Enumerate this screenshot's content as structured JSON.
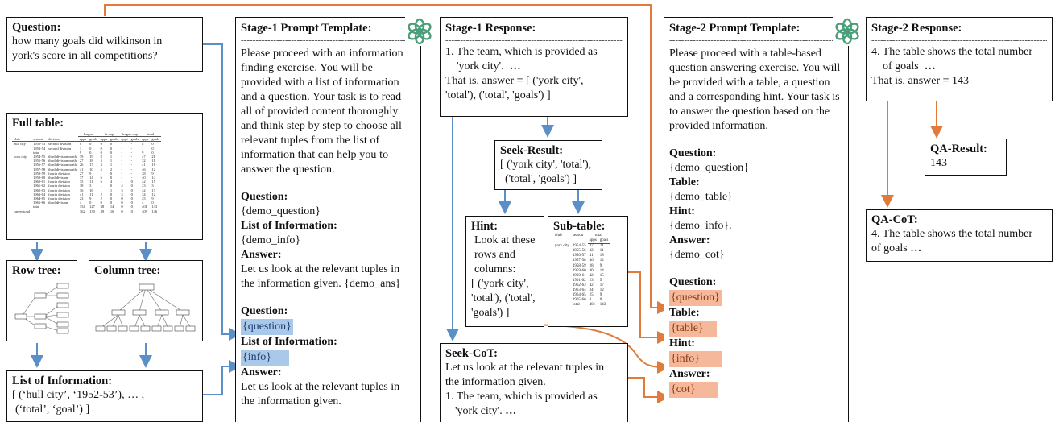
{
  "question_box": {
    "title": "Question:",
    "text": "how many goals did wilkinson in york's score in all competitions?"
  },
  "full_table": {
    "title": "Full table:",
    "group_headers": [
      "league",
      "fa cup",
      "league cup",
      "total"
    ],
    "headers": [
      "club",
      "season",
      "division",
      "apps",
      "goals",
      "apps",
      "goals",
      "apps",
      "goals",
      "apps",
      "goals"
    ],
    "rows": [
      [
        "hull city",
        "1952-53",
        "second division",
        "8",
        "0",
        "0",
        "0",
        "-",
        "-",
        "8",
        "0"
      ],
      [
        "",
        "1953-54",
        "second division",
        "1",
        "0",
        "0",
        "0",
        "-",
        "-",
        "1",
        "0"
      ],
      [
        "",
        "total",
        "",
        "9",
        "0",
        "0",
        "0",
        "-",
        "-",
        "9",
        "0"
      ],
      [
        "york city",
        "1954-55",
        "third division north",
        "39",
        "19",
        "8",
        "1",
        "-",
        "-",
        "47",
        "21"
      ],
      [
        "",
        "1955-56",
        "third division north",
        "27",
        "18",
        "5",
        "1",
        "-",
        "-",
        "32",
        "11"
      ],
      [
        "",
        "1956-57",
        "third division north",
        "26",
        "17",
        "3",
        "1",
        "-",
        "-",
        "41",
        "18"
      ],
      [
        "",
        "1957-58",
        "third division north",
        "41",
        "10",
        "5",
        "2",
        "-",
        "-",
        "46",
        "12"
      ],
      [
        "",
        "1958-59",
        "fourth division",
        "27",
        "9",
        "1",
        "0",
        "-",
        "-",
        "28",
        "9"
      ],
      [
        "",
        "1959-60",
        "third division",
        "37",
        "14",
        "6",
        "0",
        "-",
        "-",
        "40",
        "14"
      ],
      [
        "",
        "1960-61",
        "fourth division",
        "35",
        "11",
        "6",
        "4",
        "1",
        "0",
        "42",
        "15"
      ],
      [
        "",
        "1961-62",
        "fourth division",
        "18",
        "3",
        "1",
        "0",
        "4",
        "0",
        "23",
        "3"
      ],
      [
        "",
        "1962-63",
        "fourth division",
        "36",
        "16",
        "1",
        "1",
        "5",
        "0",
        "42",
        "17"
      ],
      [
        "",
        "1963-64",
        "fourth division",
        "41",
        "11",
        "2",
        "0",
        "3",
        "0",
        "34",
        "12"
      ],
      [
        "",
        "1964-65",
        "fourth division",
        "23",
        "9",
        "2",
        "0",
        "0",
        "0",
        "25",
        "9"
      ],
      [
        "",
        "1965-66",
        "third division",
        "4",
        "0",
        "0",
        "0",
        "0",
        "0",
        "4",
        "0"
      ],
      [
        "",
        "total",
        "",
        "354",
        "127",
        "38",
        "14",
        "0",
        "0",
        "401",
        "143"
      ],
      [
        "career total",
        "",
        "",
        "362",
        "130",
        "39",
        "16",
        "0",
        "0",
        "409",
        "146"
      ]
    ]
  },
  "row_tree": {
    "title": "Row tree:"
  },
  "column_tree": {
    "title": "Column tree:"
  },
  "list_info": {
    "title": "List of Information:",
    "line1": "[ (‘hull city’, ‘1952-53’), … ,",
    "line2": "(‘total’, ‘goal’) ]"
  },
  "stage1_prompt": {
    "title": "Stage-1 Prompt Template:",
    "dashes": "---------------------------------------------------------------",
    "intro": "Please proceed with an information finding exercise. You will be provided with a list of information and a question. Your task is to read all of provided content thoroughly and think step by step to choose all relevant tuples from the list of information that can help you to answer the question.",
    "q_label": "Question:",
    "q_val": "{demo_question}",
    "info_label": "List of Information:",
    "info_val": "{demo_info}",
    "ans_label": "Answer:",
    "ans_val": "Let us look at the relevant tuples in the information given. {demo_ans}",
    "q2_label": "Question:",
    "q2_slot": "{question}",
    "info2_label": "List of Information:",
    "info2_slot": "{info}",
    "ans2_label": "Answer:",
    "ans2_val": "Let us look at the relevant tuples in the information given."
  },
  "stage1_response": {
    "title": "Stage-1 Response:",
    "line1": "1. The team, which is provided as",
    "line2": "'york city'.",
    "ellipsis": "…",
    "line3": "That is, answer = [ ('york city',",
    "line4": "'total'), ('total', 'goals') ]"
  },
  "seek_result": {
    "title": "Seek-Result:",
    "line1": "[ ('york city', 'total'),",
    "line2": "('total', 'goals') ]"
  },
  "hint": {
    "title": "Hint:",
    "lines": [
      "Look at these",
      "rows and",
      "columns:",
      "[ ('york city',",
      "'total'), ('total',",
      "'goals') ]"
    ]
  },
  "sub_table": {
    "title": "Sub-table:",
    "headers": [
      "club",
      "season",
      "total"
    ],
    "subheaders": [
      "apps",
      "goals"
    ],
    "rows": [
      [
        "york city",
        "1954-55",
        "47",
        "21"
      ],
      [
        "",
        "1955-56",
        "32",
        "11"
      ],
      [
        "",
        "1956-57",
        "41",
        "18"
      ],
      [
        "",
        "1957-58",
        "46",
        "12"
      ],
      [
        "",
        "1958-59",
        "28",
        "9"
      ],
      [
        "",
        "1959-60",
        "40",
        "14"
      ],
      [
        "",
        "1960-61",
        "42",
        "15"
      ],
      [
        "",
        "1961-62",
        "23",
        "5"
      ],
      [
        "",
        "1962-63",
        "42",
        "17"
      ],
      [
        "",
        "1963-64",
        "34",
        "12"
      ],
      [
        "",
        "1964-65",
        "25",
        "9"
      ],
      [
        "",
        "1965-66",
        "4",
        "0"
      ],
      [
        "",
        "total",
        "401",
        "143"
      ]
    ]
  },
  "seek_cot": {
    "title": "Seek-CoT:",
    "line1": "Let us look at the relevant tuples in",
    "line2": "the information given.",
    "line3": "1. The team, which is provided as",
    "line4": "'york city'.",
    "ellipsis": "…"
  },
  "stage2_prompt": {
    "title": "Stage-2 Prompt Template:",
    "dashes": "---------------------------------------------------------------",
    "intro": "Please proceed with a table-based question answering exercise. You will be provided with a table, a question and a corresponding hint. Your task is to answer the question based on the provided information.",
    "q_label": "Question:",
    "q_val": "{demo_question}",
    "t_label": "Table:",
    "t_val": "{demo_table}",
    "h_label": "Hint:",
    "h_val": "{demo_info}.",
    "a_label": "Answer:",
    "a_val": "{demo_cot}",
    "q2_label": "Question:",
    "q2_slot": "{question}",
    "t2_label": "Table:",
    "t2_slot": "{table}",
    "h2_label": "Hint:",
    "h2_slot": "{info}",
    "a2_label": "Answer:",
    "a2_slot": "{cot}"
  },
  "stage2_response": {
    "title": "Stage-2 Response:",
    "dashes": "---------------------------------------------------------------",
    "line1": "4. The table shows the total number",
    "line2": "of goals",
    "ellipsis": "…",
    "line3": "That is, answer = 143"
  },
  "qa_result": {
    "title": "QA-Result:",
    "value": "143"
  },
  "qa_cot": {
    "title": "QA-CoT:",
    "line1": "4. The table shows the total number",
    "line2": "of goals",
    "ellipsis": "…"
  },
  "colors": {
    "blue": "#5b8fc7",
    "orange": "#e07b3c",
    "blue_fill": "#a9c8ea",
    "orange_fill": "#f6b89a"
  },
  "icons": [
    "openai-logo-icon",
    "openai-logo-icon"
  ]
}
